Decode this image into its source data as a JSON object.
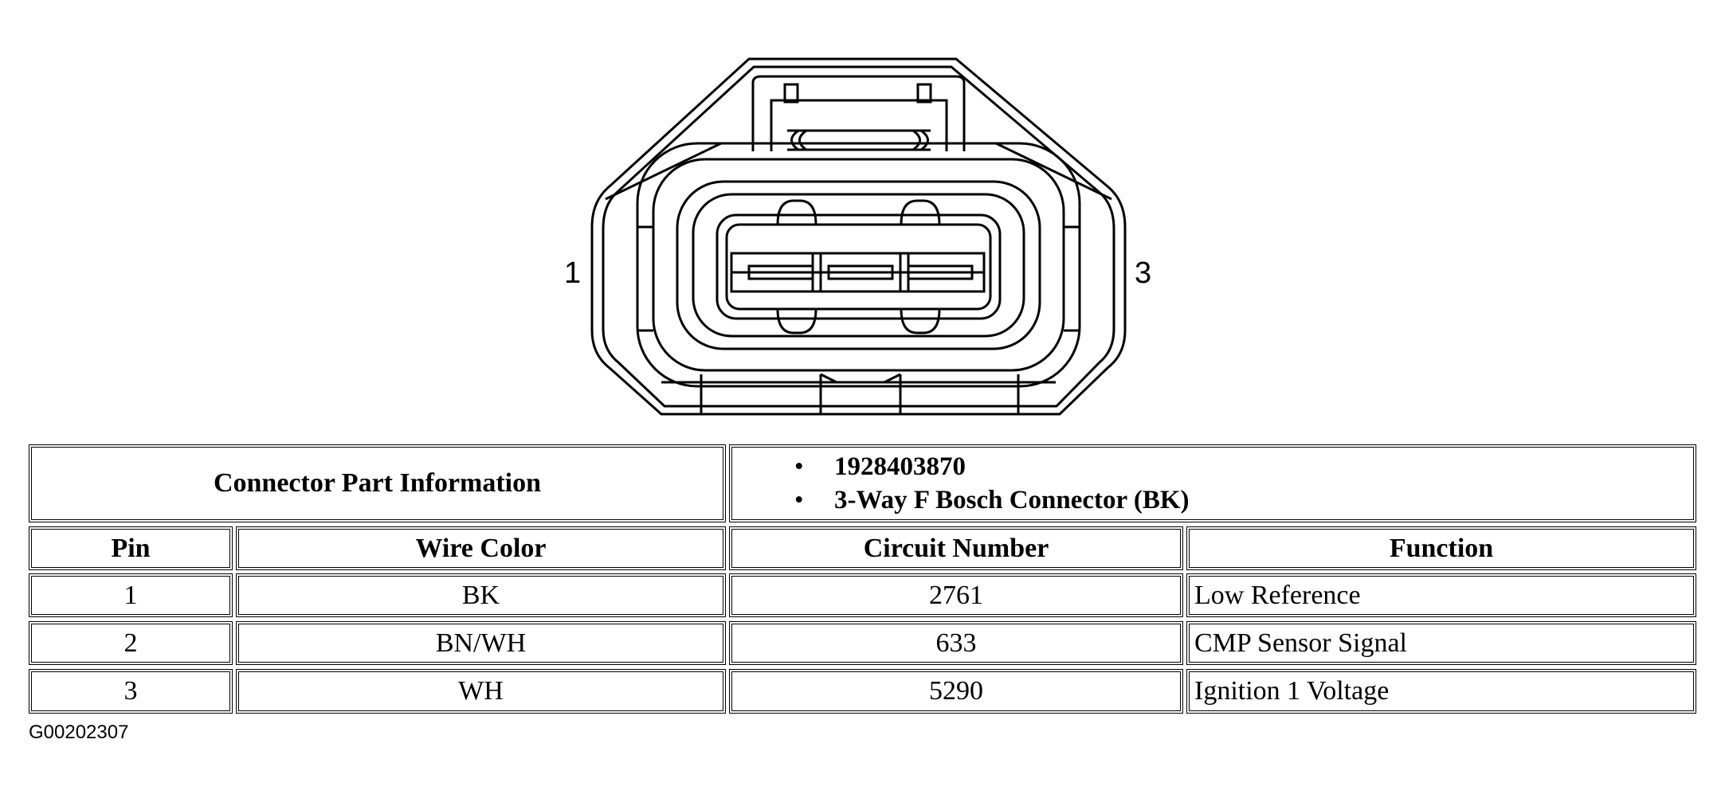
{
  "diagram": {
    "pin_labels": {
      "left": "1",
      "right": "3"
    }
  },
  "connector_info": {
    "label": "Connector Part Information",
    "part_numbers": [
      "1928403870",
      "3-Way F Bosch Connector (BK)"
    ]
  },
  "table": {
    "headers": [
      "Pin",
      "Wire Color",
      "Circuit Number",
      "Function"
    ],
    "rows": [
      [
        "1",
        "BK",
        "2761",
        "Low Reference"
      ],
      [
        "2",
        "BN/WH",
        "633",
        "CMP Sensor Signal"
      ],
      [
        "3",
        "WH",
        "5290",
        "Ignition 1 Voltage"
      ]
    ]
  },
  "figure_id": "G00202307"
}
